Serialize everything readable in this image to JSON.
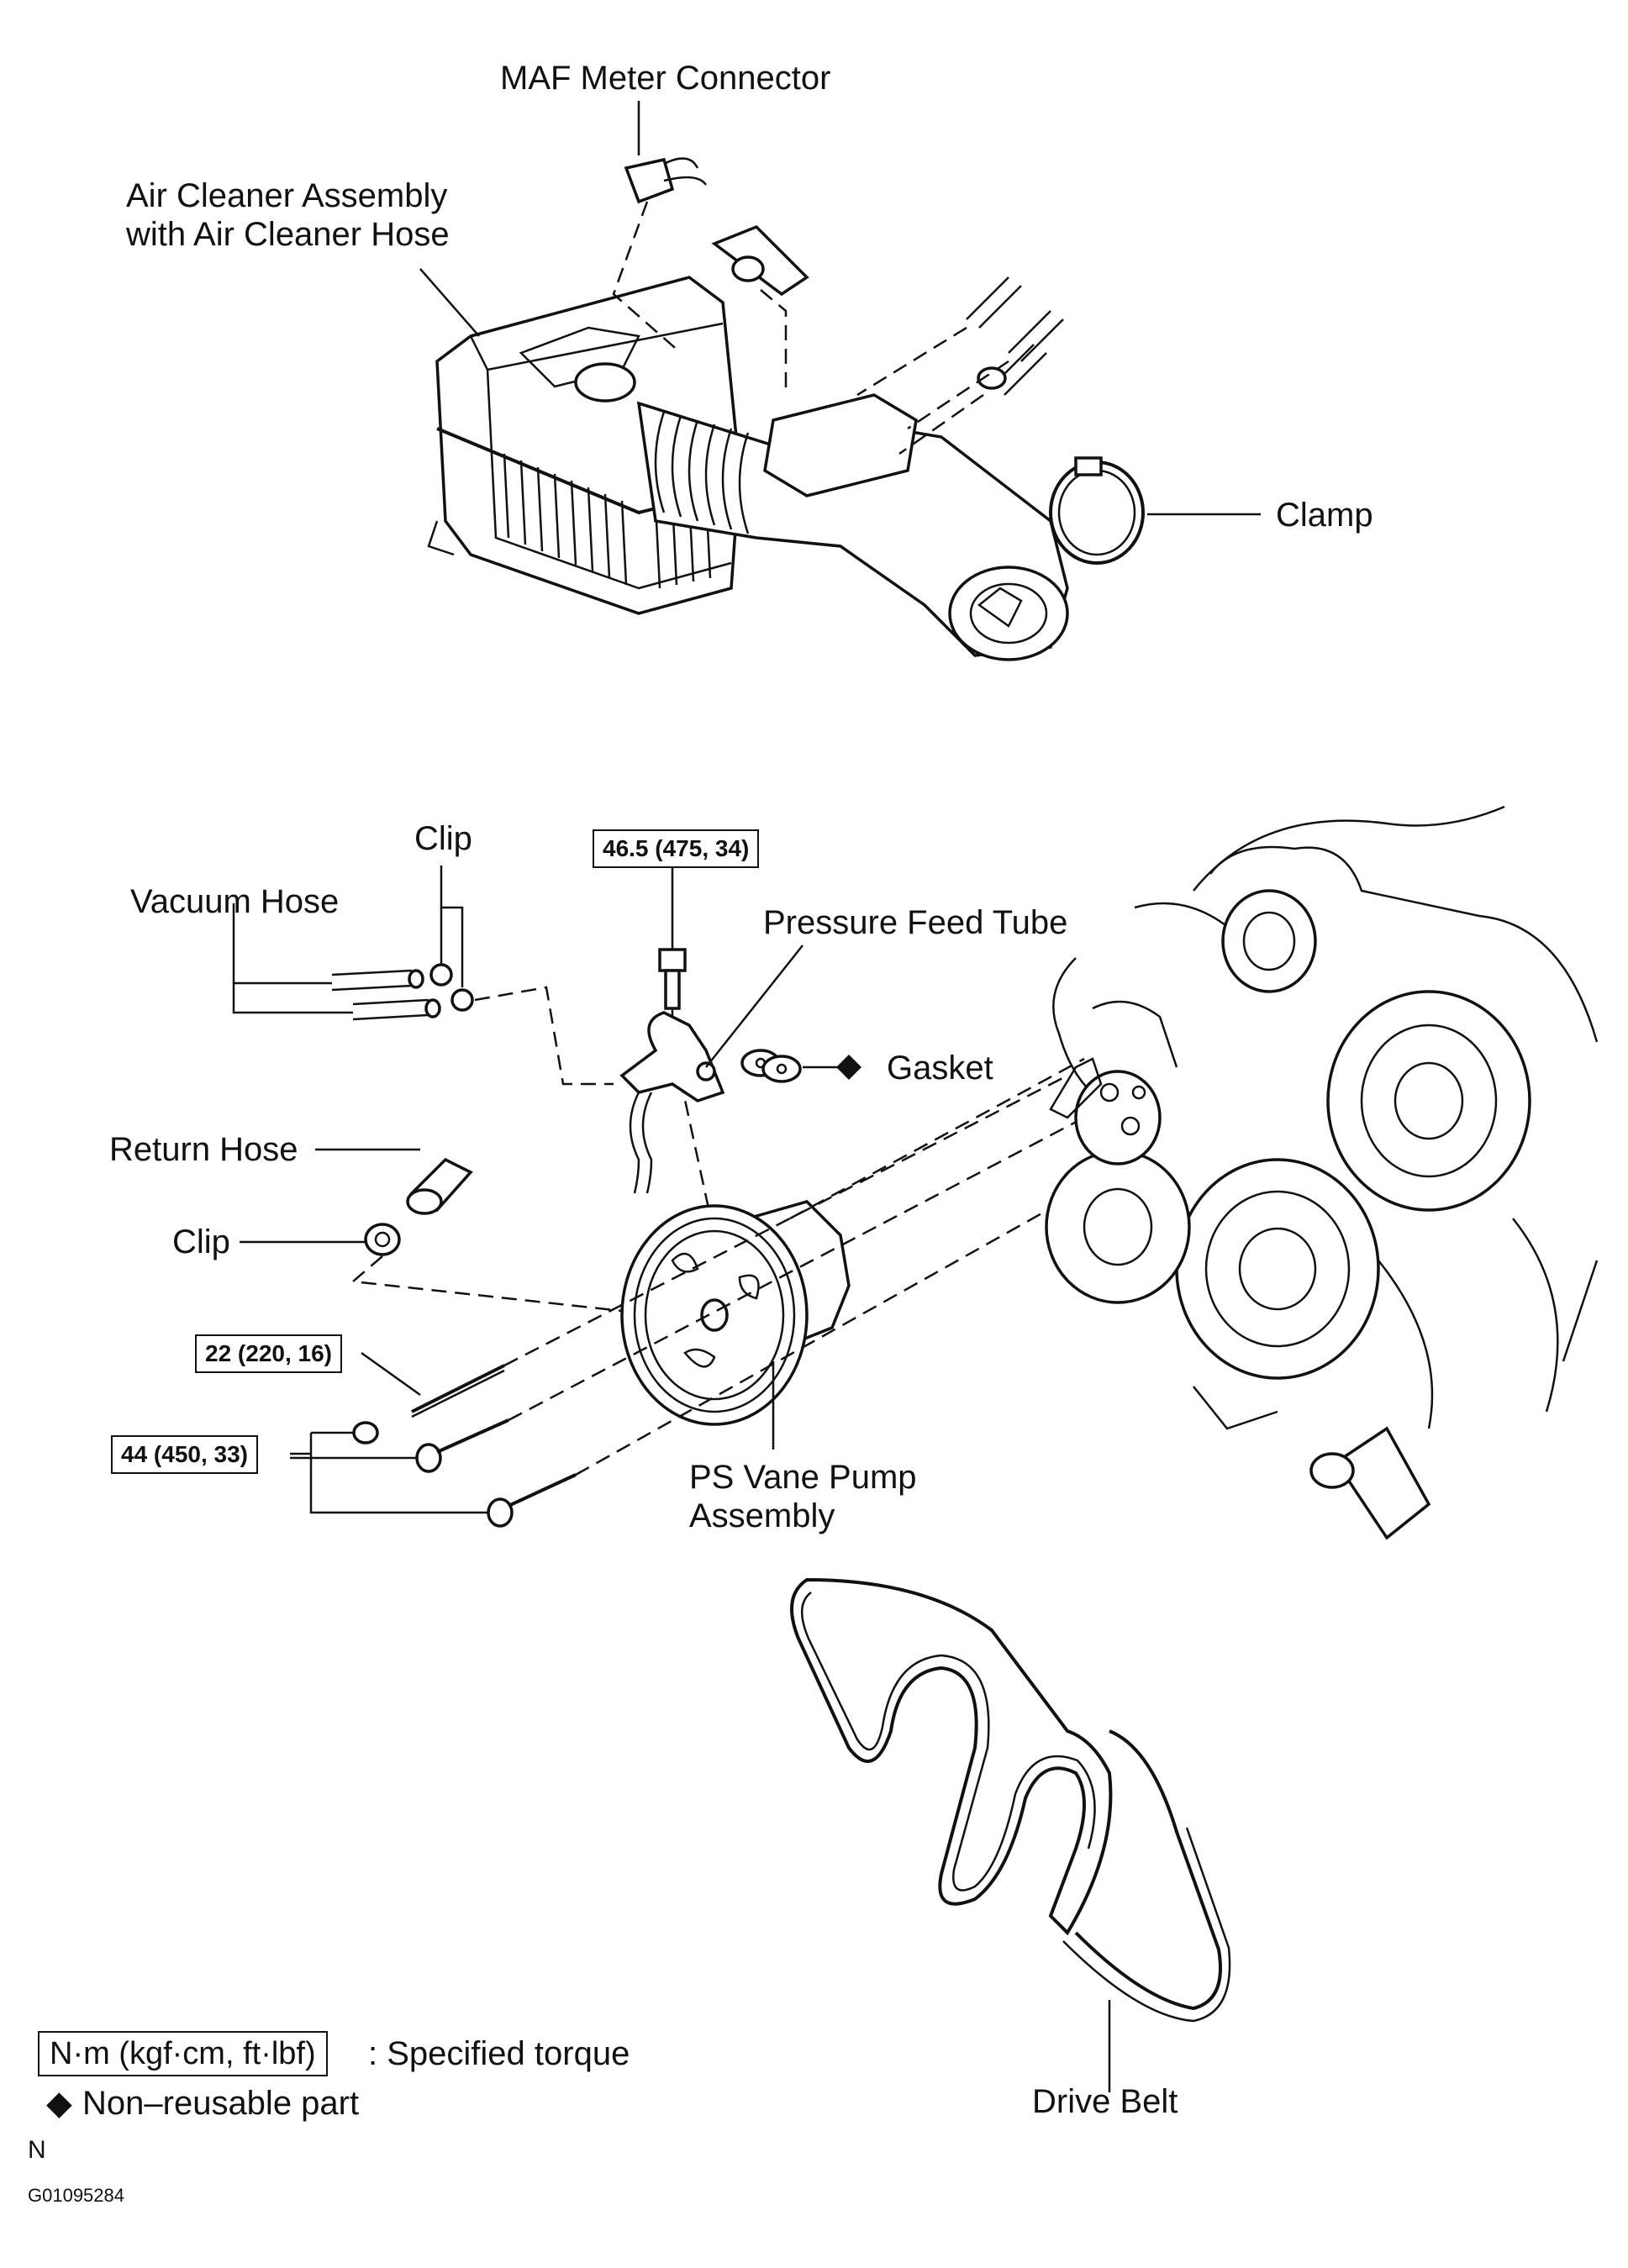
{
  "labels": {
    "maf_meter_connector": "MAF Meter Connector",
    "air_cleaner_assembly": "Air Cleaner Assembly\nwith Air Cleaner Hose",
    "clamp": "Clamp",
    "clip_top": "Clip",
    "vacuum_hose": "Vacuum Hose",
    "pressure_feed_tube": "Pressure Feed Tube",
    "gasket": "Gasket",
    "return_hose": "Return Hose",
    "clip_left": "Clip",
    "ps_vane_pump_assembly": "PS Vane Pump\nAssembly",
    "drive_belt": "Drive Belt"
  },
  "torque_specs": {
    "union_bolt": "46.5 (475, 34)",
    "stud_bolt": "22 (220, 16)",
    "mount_bolts": "44 (450, 33)"
  },
  "legend": {
    "torque_box": "N·m (kgf·cm, ft·lbf)",
    "torque_desc": ": Specified torque",
    "nonreusable_symbol": "◆",
    "nonreusable_desc": "Non–reusable part"
  },
  "footer": {
    "engine_code": "N",
    "figure_id": "G01095284"
  }
}
